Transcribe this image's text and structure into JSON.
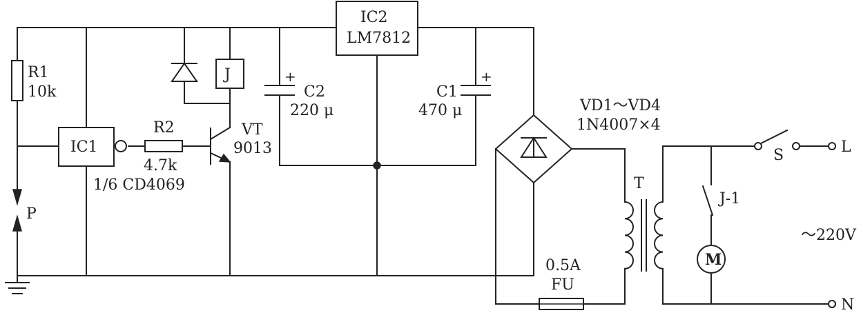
{
  "components": {
    "r1": {
      "ref": "R1",
      "value": "10k"
    },
    "r2": {
      "ref": "R2",
      "value": "4.7k"
    },
    "ic1": {
      "ref": "IC1",
      "part": "1/6 CD4069"
    },
    "ic2": {
      "ref": "IC2",
      "part": "LM7812"
    },
    "relay": {
      "ref": "J"
    },
    "relay_contact": {
      "ref": "J-1"
    },
    "transistor": {
      "ref": "VT",
      "part": "9013"
    },
    "c1": {
      "ref": "C1",
      "value": "470 μ",
      "polarity": "+"
    },
    "c2": {
      "ref": "C2",
      "value": "220 μ",
      "polarity": "+"
    },
    "bridge": {
      "ref": "VD1～VD4",
      "part": "1N4007×4"
    },
    "transformer": {
      "ref": "T"
    },
    "switch": {
      "ref": "S"
    },
    "fuse": {
      "ref": "FU",
      "rating": "0.5A"
    },
    "probe": {
      "ref": "P"
    },
    "motor": {
      "ref": "M"
    }
  },
  "terminals": {
    "line": "L",
    "neutral": "N",
    "supply": "～220V"
  }
}
